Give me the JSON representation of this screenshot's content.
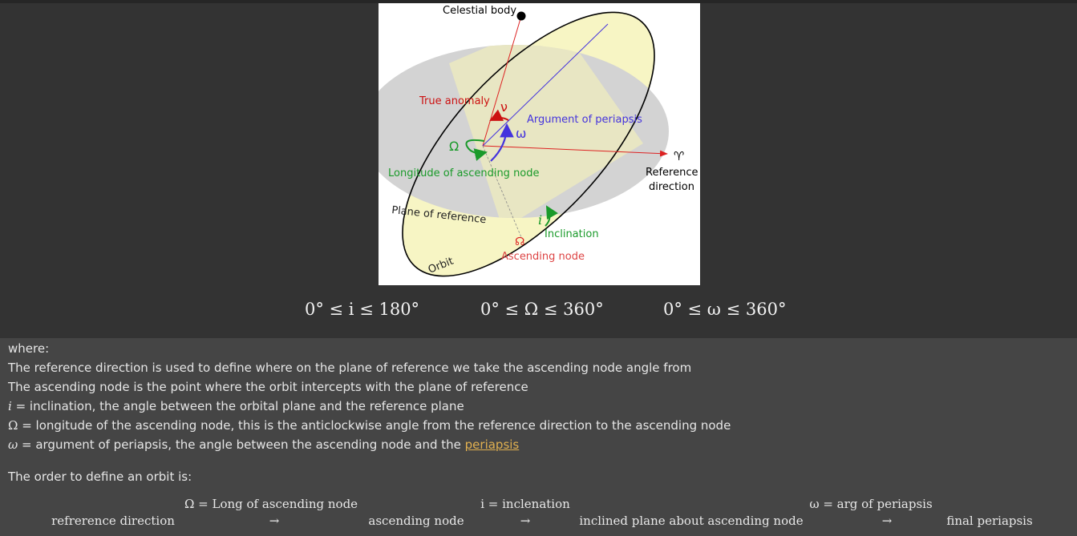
{
  "diagram": {
    "labels": {
      "celestial_body": "Celestial body",
      "true_anomaly": "True anomaly",
      "nu": "ν",
      "argument_periapsis": "Argument of periapsis",
      "omega_small": "ω",
      "omega_big": "Ω",
      "longitude_node": "Longitude of ascending node",
      "aries": "♈",
      "reference_1": "Reference",
      "reference_2": "direction",
      "plane_reference": "Plane of reference",
      "i": "i",
      "inclination": "Inclination",
      "node_symbol": "☊",
      "ascending_node": "Ascending node",
      "orbit": "Orbit"
    },
    "colors": {
      "orbit_fill": "#f7f5c4",
      "plane_fill": "#d3d3d3",
      "red": "#dd2222",
      "blue": "#4433dd",
      "green": "#1a9a2a"
    }
  },
  "ranges": {
    "r1": "0° ≤ i ≤ 180°",
    "r2": "0° ≤ Ω ≤ 360°",
    "r3": "0° ≤ ω ≤ 360°"
  },
  "text": {
    "where": "where:",
    "line1": "The reference direction is used to define where on the plane of reference we take the ascending node angle from",
    "line2": "The ascending node is the point where the orbit intercepts with the plane of reference",
    "line3_sym": "i",
    "line3_rest": " = inclination, the angle between the orbital plane and the reference plane",
    "line4_sym": "Ω",
    "line4_rest": " = longitude of the ascending node, this is the anticlockwise angle from the reference direction to the ascending node",
    "line5_sym": "ω",
    "line5_rest": " = argument of periapsis, the angle between the ascending node and the ",
    "line5_link": "periapsis",
    "order": "The order to define an orbit is:"
  },
  "chain": {
    "step1": "refrerence direction",
    "arrow1_label": "Ω = Long of ascending node",
    "arrow": "→",
    "step2": "ascending node",
    "arrow2_label": "i = inclenation",
    "step3": "inclined plane about ascending node",
    "arrow3_label": "ω = arg of periapsis",
    "step4": "final periapsis"
  }
}
